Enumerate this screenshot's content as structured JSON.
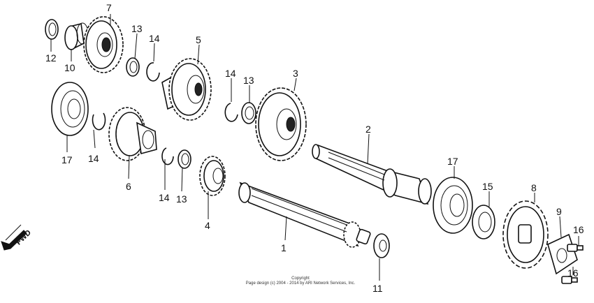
{
  "diagram": {
    "orientation_label": "FWD",
    "callouts": {
      "p7": "7",
      "p13a": "13",
      "p14a": "14",
      "p5": "5",
      "p12": "12",
      "p10": "10",
      "p14b": "14",
      "p13b": "13",
      "p3": "3",
      "p2": "2",
      "p17a": "17",
      "p14c": "14",
      "p6": "6",
      "p14d": "14",
      "p13c": "13",
      "p4": "4",
      "p17b": "17",
      "p15": "15",
      "p8": "8",
      "p9": "9",
      "p16a": "16",
      "p16b": "16",
      "p1": "1",
      "p11": "11"
    },
    "copyright": {
      "line1": "Copyright",
      "line2": "Page design (c) 2004 - 2014 by ARI Network Services, Inc."
    }
  }
}
